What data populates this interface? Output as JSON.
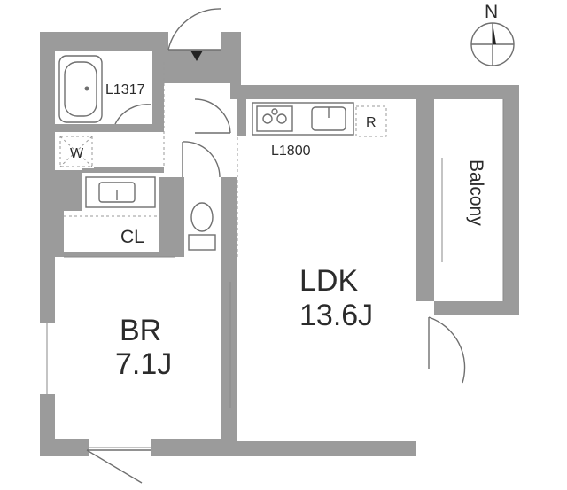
{
  "compass": {
    "label": "N"
  },
  "rooms": {
    "ldk": {
      "name": "LDK",
      "size": "13.6J"
    },
    "br": {
      "name": "BR",
      "size": "7.1J"
    },
    "cl": {
      "name": "CL"
    },
    "balcony": {
      "name": "Balcony"
    }
  },
  "fixtures": {
    "bath_size": "L1317",
    "kitchen_size": "L1800",
    "washer": "W",
    "fridge": "R"
  },
  "colors": {
    "wall": "#9b9b9b",
    "line": "#6f6f6f"
  }
}
